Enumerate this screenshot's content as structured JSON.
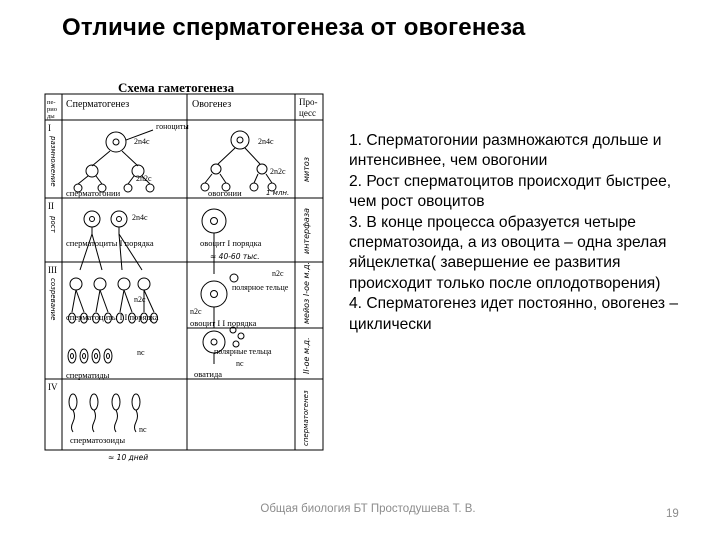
{
  "slide": {
    "title": "Отличие сперматогенеза от овогенеза",
    "points": [
      "1. Сперматогонии размножаются дольше и интенсивнее, чем овогонии",
      "2. Рост сперматоцитов происходит быстрее, чем рост овоцитов",
      "3. В конце процесса образуется четыре сперматозоида, а из овоцита – одна зрелая яйцеклетка( завершение ее развития происходит только после оплодотворения)",
      "4. Сперматогенез идет постоянно, овогенез –циклически"
    ],
    "footer": "Общая биология БТ Простодушева Т. В.",
    "page_number": "19"
  },
  "figure": {
    "title": "Схема гаметогенеза",
    "headers": {
      "period": "пе- риоды",
      "spermatogenesis": "Сперматогенез",
      "oogenesis": "Овогенез",
      "process": "Про- цесс"
    },
    "periods": [
      "I",
      "II",
      "III",
      "IV"
    ],
    "period_names": [
      "размножение",
      "рост",
      "созревание"
    ],
    "process_names": [
      "митоз",
      "интерфаза",
      "мейоз I-ое м.д.",
      "II-ое м.д.",
      "сперматогенез"
    ],
    "labels": {
      "gonocytes": "гоноциты",
      "n2n4c": "2n4c",
      "n2n2c": "2n2c",
      "spermatogonia": "сперматогонии",
      "oogonia": "овогонии",
      "one_mln": "1 млн.",
      "spermatocytes1": "сперматоциты I порядка",
      "oocyte1": "овоцит I порядка",
      "oocyte_count": "≈ 40-60 тыс.",
      "n2c": "n2c",
      "polar_body": "полярное тельце",
      "spermatocytes2": "сперматоциты I I порядка",
      "oocyte2": "овоцит I I порядка",
      "nc": "nc",
      "polar_bodies": "полярные тельца",
      "spermatids": "сперматиды",
      "ovatid": "оватида",
      "spermatozoa": "сперматозоиды",
      "ten_days": "≈ 10 дней"
    }
  }
}
